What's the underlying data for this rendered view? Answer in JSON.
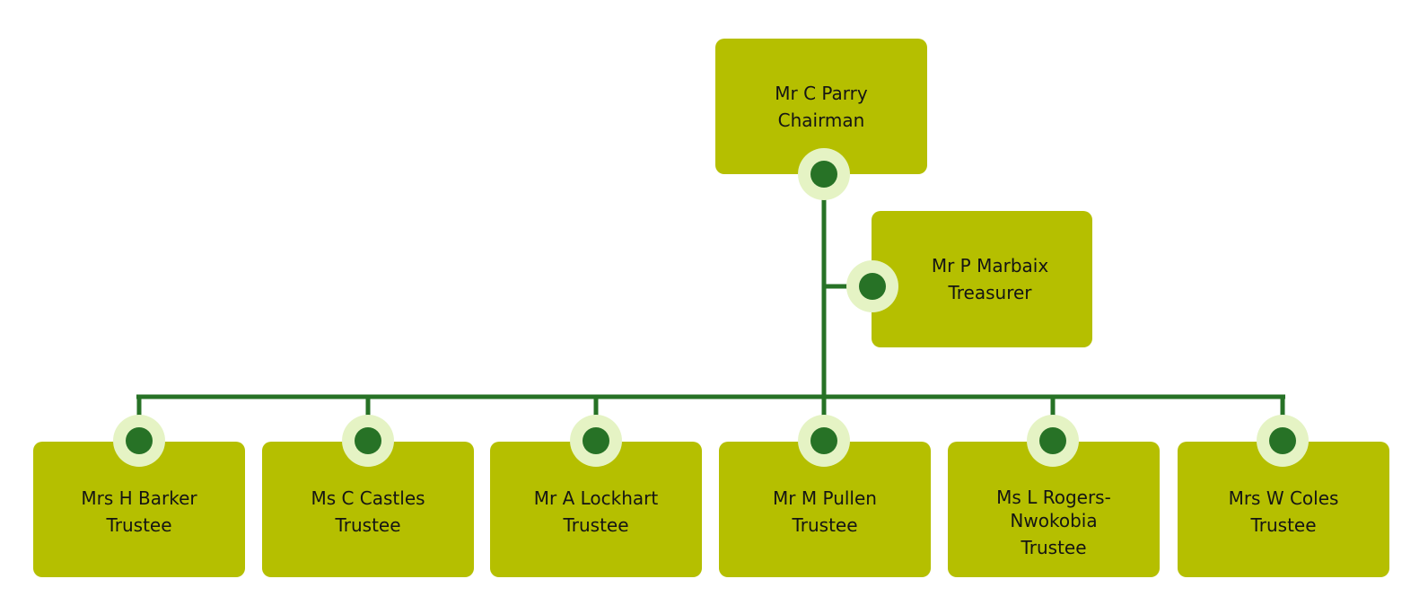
{
  "colors": {
    "node_fill": "#b5bf00",
    "connector": "#277226",
    "dot_halo": "#e5f3c4",
    "text": "#141414"
  },
  "chairman": {
    "name": "Mr C Parry",
    "role": "Chairman"
  },
  "treasurer": {
    "name": "Mr P Marbaix",
    "role": "Treasurer"
  },
  "trustees": [
    {
      "name": "Mrs H Barker",
      "role": "Trustee"
    },
    {
      "name": "Ms C Castles",
      "role": "Trustee"
    },
    {
      "name": "Mr A Lockhart",
      "role": "Trustee"
    },
    {
      "name": "Mr M Pullen",
      "role": "Trustee"
    },
    {
      "name": "Ms L Rogers-Nwokobia",
      "role": "Trustee"
    },
    {
      "name": "Mrs W Coles",
      "role": "Trustee"
    }
  ]
}
